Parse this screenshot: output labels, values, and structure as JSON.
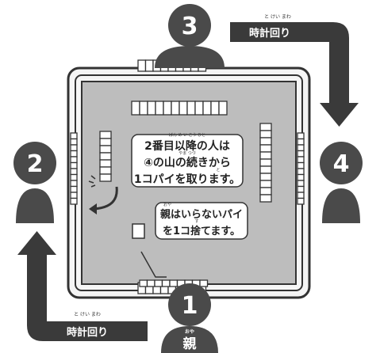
{
  "players": {
    "top": {
      "number": "3"
    },
    "left": {
      "number": "2"
    },
    "right": {
      "number": "4"
    },
    "bottom": {
      "number": "1",
      "role": "親",
      "role_ruby": "おや"
    }
  },
  "direction_labels": {
    "top": {
      "text": "時計回り",
      "ruby": "と けい まわ"
    },
    "bottom": {
      "text": "時計回り",
      "ruby": "と けい まわ"
    }
  },
  "callout_1": {
    "lines": [
      "2番目以降の人は",
      "④の山の続きから",
      "1コパイを取ります。"
    ],
    "ruby": [
      "ばん め い こう ひと",
      "やま つづ",
      "と"
    ]
  },
  "callout_2": {
    "lines": [
      "親はいらないパイ",
      "を1コ捨てます。"
    ],
    "ruby": [
      "おや",
      "す"
    ]
  },
  "colors": {
    "table_surface": "#bdbdbd",
    "table_frame": "#f5f5f5",
    "arrow": "#3a3a3a",
    "player": "#4a4a4a",
    "label_box": "#3a3a3a"
  }
}
